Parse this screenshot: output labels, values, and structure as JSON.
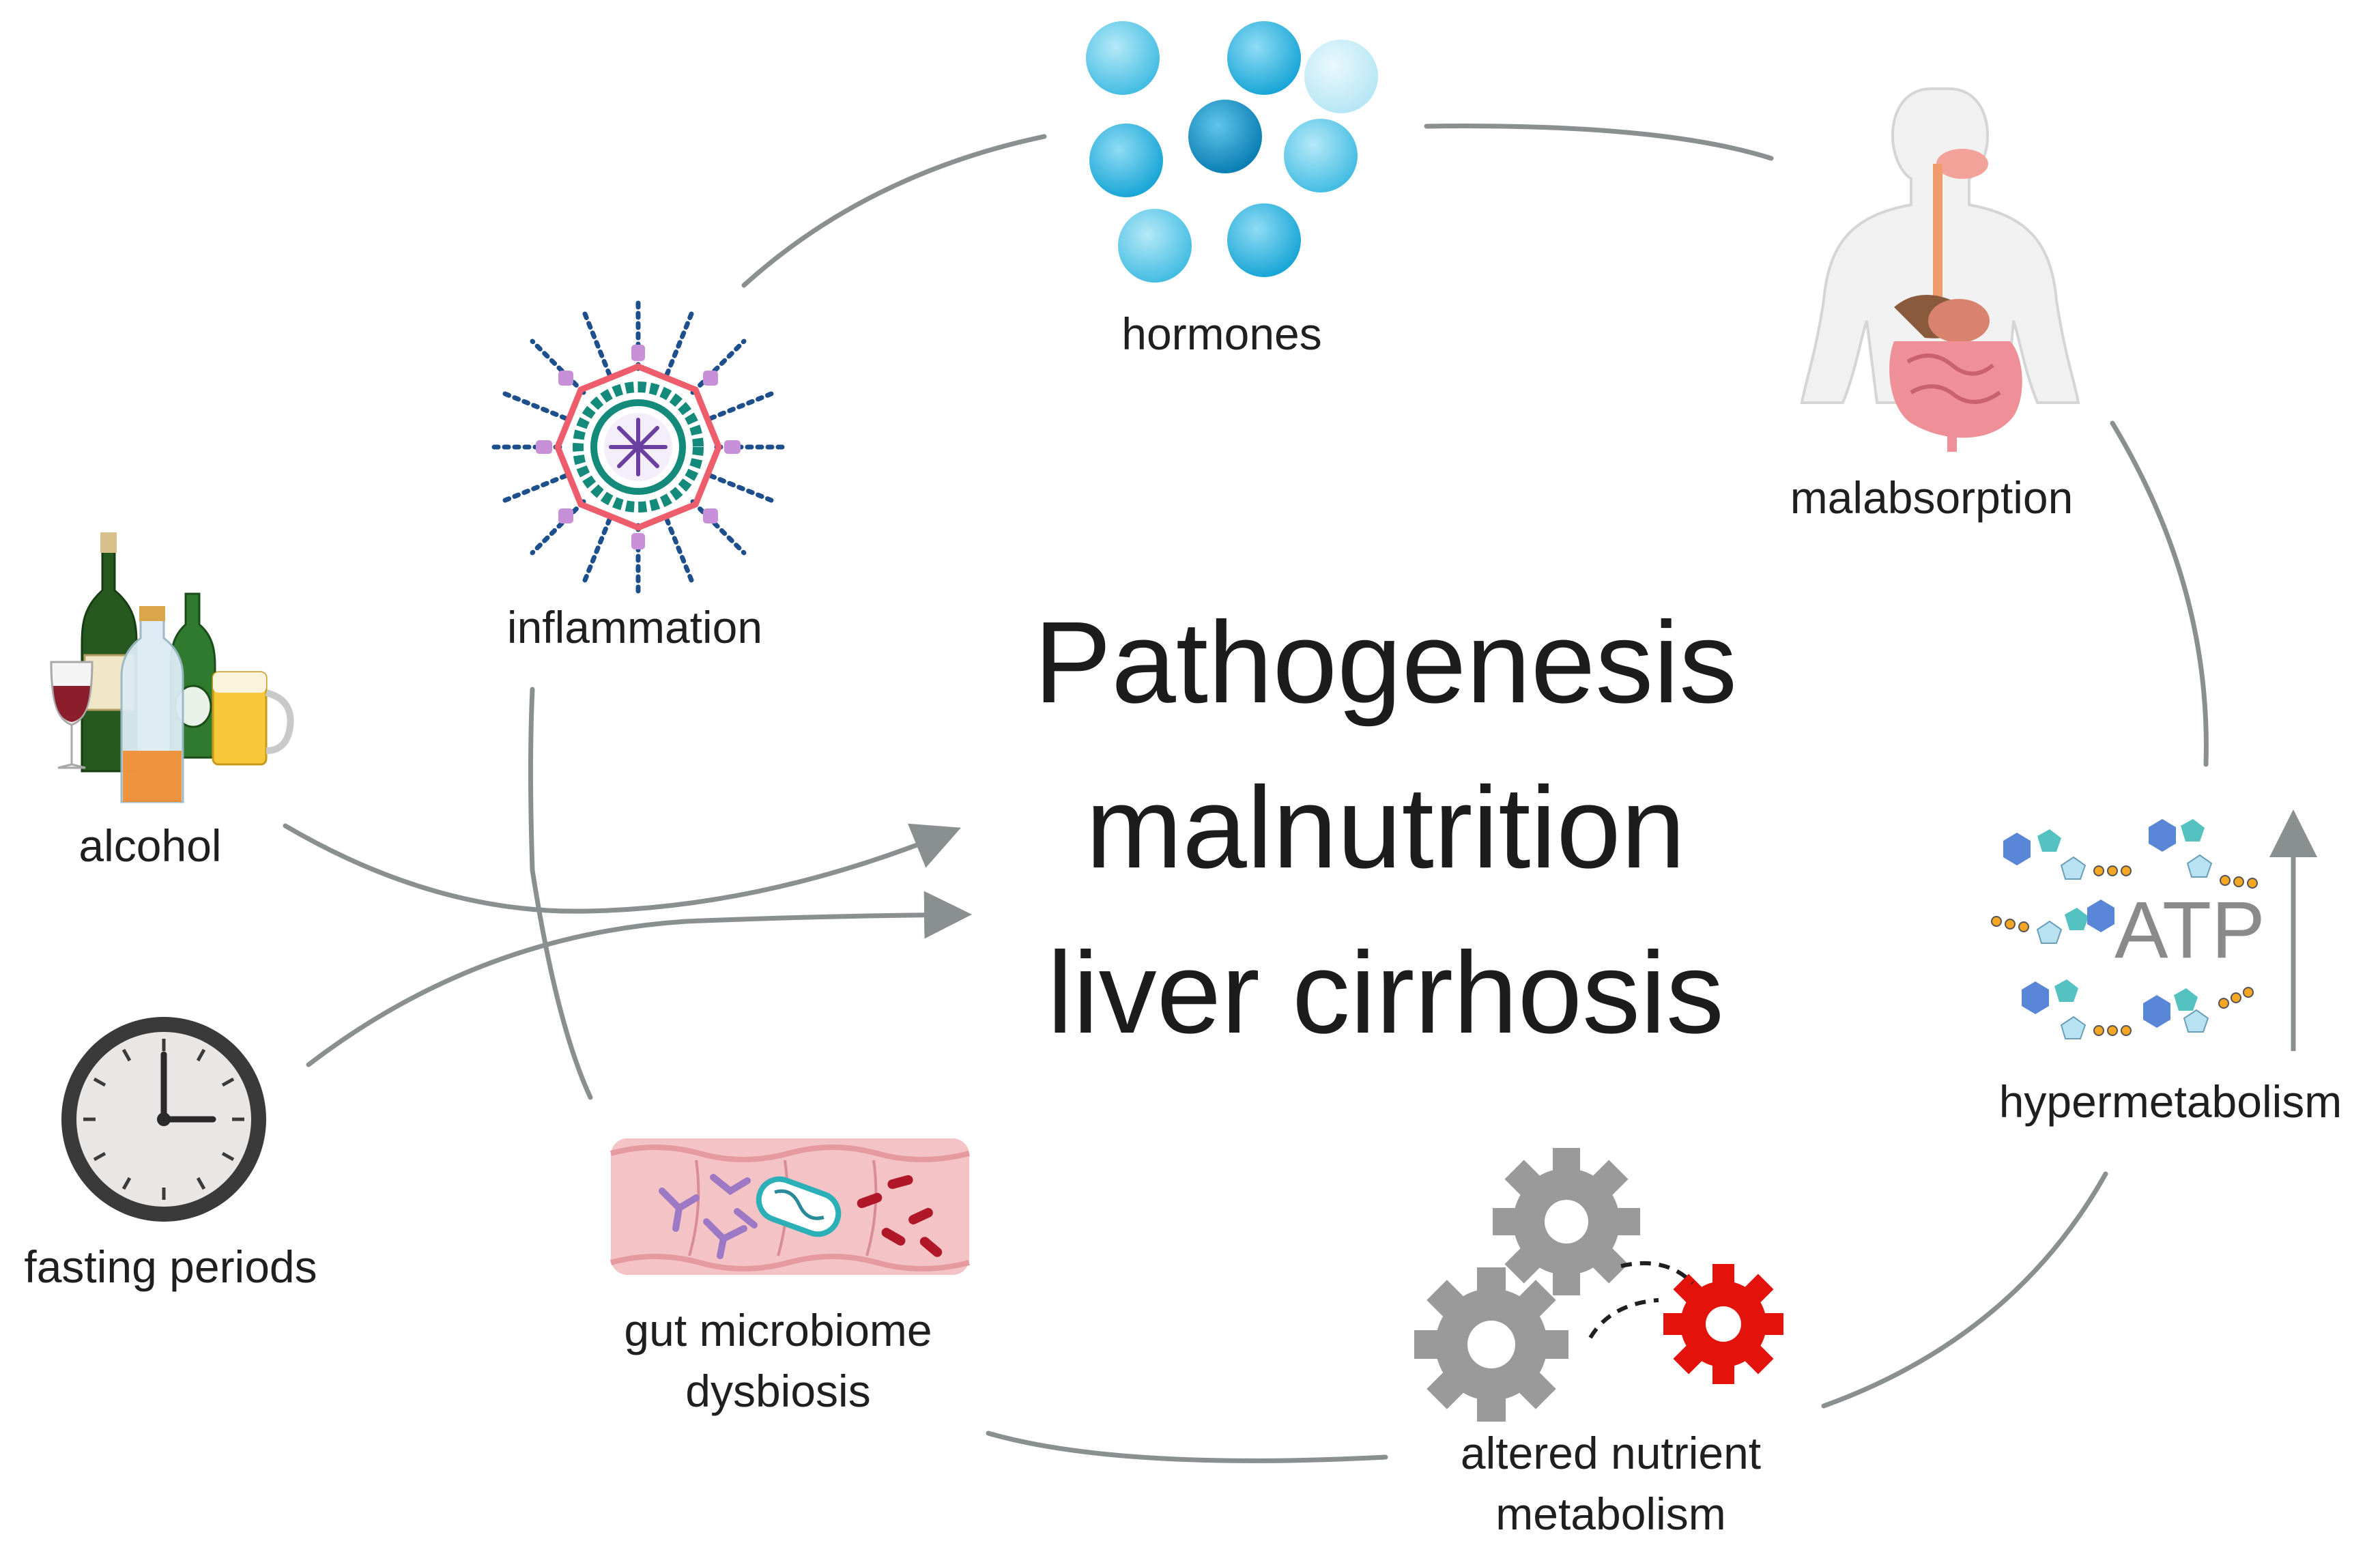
{
  "center": {
    "line1": "Pathogenesis",
    "line2": "malnutrition",
    "line3": "liver cirrhosis"
  },
  "labels": {
    "hormones": "hormones",
    "malabsorption": "malabsorption",
    "inflammation": "inflammation",
    "alcohol": "alcohol",
    "fasting": "fasting periods",
    "hypermetabolism": "hypermetabolism",
    "gut_line1": "gut microbiome",
    "gut_line2": "dysbiosis",
    "altered_line1": "altered nutrient",
    "altered_line2": "metabolism",
    "atp": "ATP"
  },
  "colors": {
    "arrow": "#8a9090",
    "hormone_blue": "#1aa6d6",
    "gear_gray": "#9a9a9a",
    "gear_red": "#e3120b",
    "gut_pink": "#f2b3b8"
  },
  "icons": [
    "hormone-spheres-icon",
    "human-digestive-system-icon",
    "inflammation-cell-icon",
    "alcohol-bottles-icon",
    "clock-icon",
    "atp-molecules-icon",
    "gut-microbiome-icon",
    "gears-icon"
  ]
}
